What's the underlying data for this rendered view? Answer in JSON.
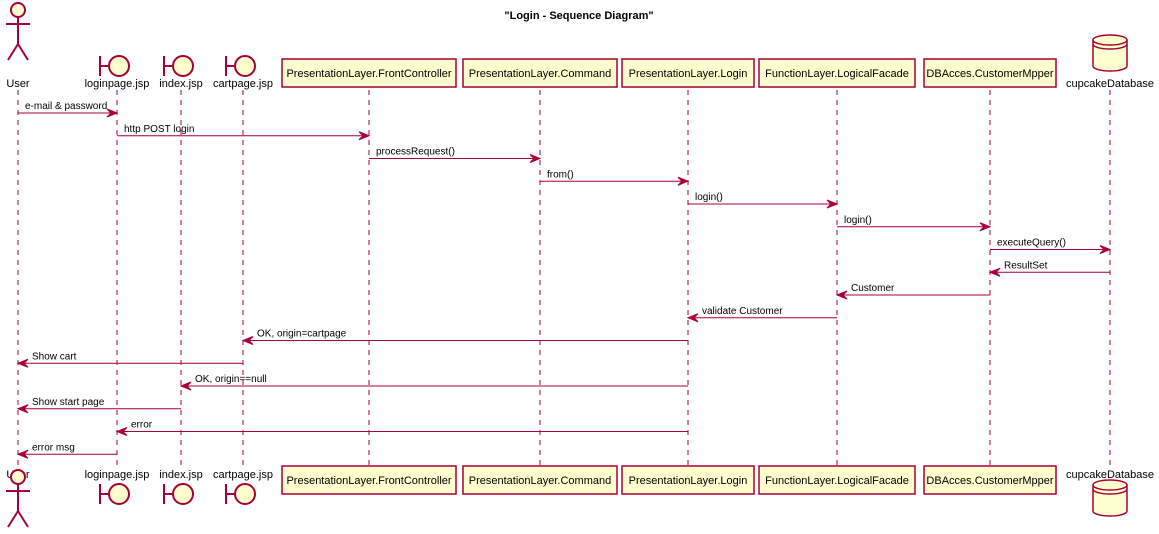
{
  "title": "\"Login - Sequence Diagram\"",
  "colors": {
    "arrow": "#A80036",
    "lifeline": "#A80036",
    "participant_fill": "#FEFECE",
    "participant_border": "#A80036",
    "text": "#000000"
  },
  "participants": [
    {
      "id": "user",
      "label": "User",
      "kind": "actor",
      "icon": "actor-icon"
    },
    {
      "id": "loginpage",
      "label": "loginpage.jsp",
      "kind": "boundary",
      "icon": "boundary-icon"
    },
    {
      "id": "index",
      "label": "index.jsp",
      "kind": "boundary",
      "icon": "boundary-icon"
    },
    {
      "id": "cartpage",
      "label": "cartpage.jsp",
      "kind": "boundary",
      "icon": "boundary-icon"
    },
    {
      "id": "frontcontroller",
      "label": "PresentationLayer.FrontController",
      "kind": "participant"
    },
    {
      "id": "command",
      "label": "PresentationLayer.Command",
      "kind": "participant"
    },
    {
      "id": "login",
      "label": "PresentationLayer.Login",
      "kind": "participant"
    },
    {
      "id": "facade",
      "label": "FunctionLayer.LogicalFacade",
      "kind": "participant"
    },
    {
      "id": "mapper",
      "label": "DBAcces.CustomerMpper",
      "kind": "participant"
    },
    {
      "id": "db",
      "label": "cupcakeDatabase",
      "kind": "database",
      "icon": "database-icon"
    }
  ],
  "messages": [
    {
      "from": "user",
      "to": "loginpage",
      "label": "e-mail & password"
    },
    {
      "from": "loginpage",
      "to": "frontcontroller",
      "label": "http POST login"
    },
    {
      "from": "frontcontroller",
      "to": "command",
      "label": "processRequest()"
    },
    {
      "from": "command",
      "to": "login",
      "label": "from()"
    },
    {
      "from": "login",
      "to": "facade",
      "label": "login()"
    },
    {
      "from": "facade",
      "to": "mapper",
      "label": "login()"
    },
    {
      "from": "mapper",
      "to": "db",
      "label": "executeQuery()"
    },
    {
      "from": "db",
      "to": "mapper",
      "label": "ResultSet"
    },
    {
      "from": "mapper",
      "to": "facade",
      "label": "Customer"
    },
    {
      "from": "facade",
      "to": "login",
      "label": "validate Customer"
    },
    {
      "from": "login",
      "to": "cartpage",
      "label": "OK, origin=cartpage"
    },
    {
      "from": "cartpage",
      "to": "user",
      "label": "Show cart"
    },
    {
      "from": "login",
      "to": "index",
      "label": "OK, origin==null"
    },
    {
      "from": "index",
      "to": "user",
      "label": "Show start page"
    },
    {
      "from": "login",
      "to": "loginpage",
      "label": "error"
    },
    {
      "from": "loginpage",
      "to": "user",
      "label": "error msg"
    }
  ]
}
